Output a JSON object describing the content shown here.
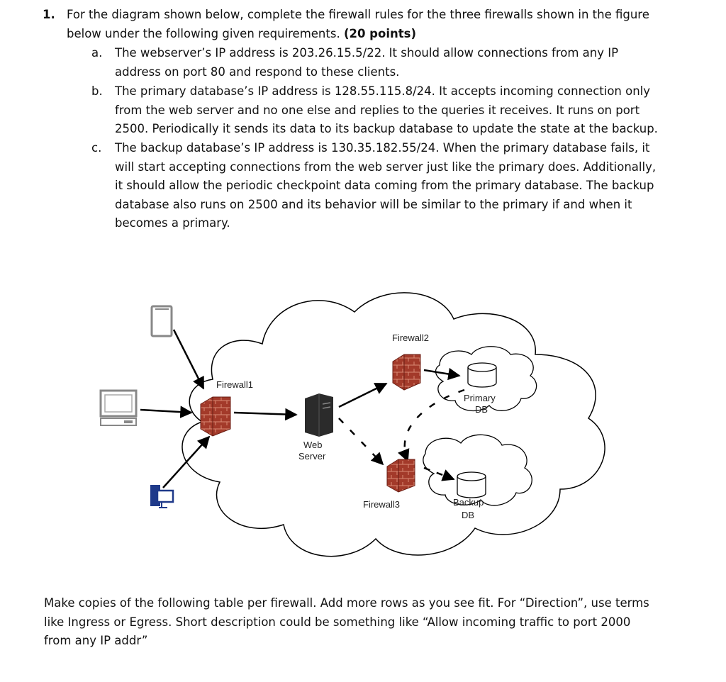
{
  "question": {
    "number": "1.",
    "intro_line1": "For the diagram shown below, complete the firewall rules for the three firewalls shown in the figure",
    "intro_line2": "below under the following given requirements.",
    "points": "(20 points)",
    "items": [
      {
        "marker": "a.",
        "lines": [
          "The webserver’s IP address is 203.26.15.5/22. It should allow connections from any IP",
          "address on port 80 and respond to these clients."
        ]
      },
      {
        "marker": "b.",
        "lines": [
          "The primary database’s IP address is 128.55.115.8/24. It accepts incoming connection only",
          "from the web server and no one else and replies to the queries it receives. It runs on port",
          "2500. Periodically it sends its data to its backup database to update the state at the backup."
        ]
      },
      {
        "marker": "c.",
        "lines": [
          "The backup database’s IP address is 130.35.182.55/24. When the primary database fails, it",
          "will start accepting connections from the web server just like the primary does. Additionally,",
          "it should allow the periodic checkpoint data coming from the primary database. The backup",
          "database also runs on 2500 and its behavior will be similar to the primary if and when it",
          "becomes a primary."
        ]
      }
    ]
  },
  "diagram": {
    "firewall1": "Firewall1",
    "firewall2": "Firewall2",
    "firewall3": "Firewall3",
    "web_server": [
      "Web",
      "Server"
    ],
    "primary_db": [
      "Primary",
      "DB"
    ],
    "backup_db": [
      "Backup",
      "DB"
    ],
    "colors": {
      "firewall_brick": "#a33a2a",
      "mortar": "#d98a74",
      "server": "#2b2b2b",
      "monitor_blue": "#1f3a8a"
    }
  },
  "footer": {
    "lines": [
      "Make copies of the following table per firewall. Add more rows as you see fit. For “Direction”, use terms",
      "like Ingress or Egress. Short description could be something like “Allow incoming traffic to port 2000",
      "from any IP addr”"
    ]
  }
}
